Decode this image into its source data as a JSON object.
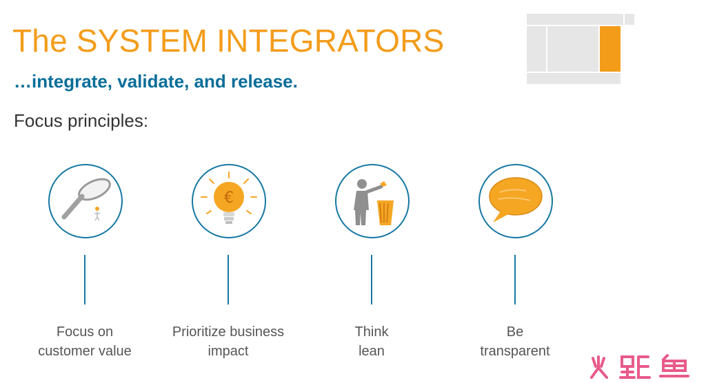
{
  "slide": {
    "title": "The SYSTEM INTEGRATORS",
    "subtitle": "…integrate, validate, and release.",
    "section_heading": "Focus principles:",
    "colors": {
      "title": "#f39c1a",
      "subtitle": "#0a6e99",
      "accent_blue": "#1577a3",
      "icon_orange": "#f5a623"
    }
  },
  "principles": [
    {
      "label_line1": "Focus on",
      "label_line2": "customer value",
      "icon": "magnifier-icon"
    },
    {
      "label_line1": "Prioritize business",
      "label_line2": "impact",
      "icon": "lightbulb-euro-icon"
    },
    {
      "label_line1": "Think",
      "label_line2": "lean",
      "icon": "trash-person-icon"
    },
    {
      "label_line1": "Be",
      "label_line2": "transparent",
      "icon": "speech-bubble-icon"
    }
  ]
}
